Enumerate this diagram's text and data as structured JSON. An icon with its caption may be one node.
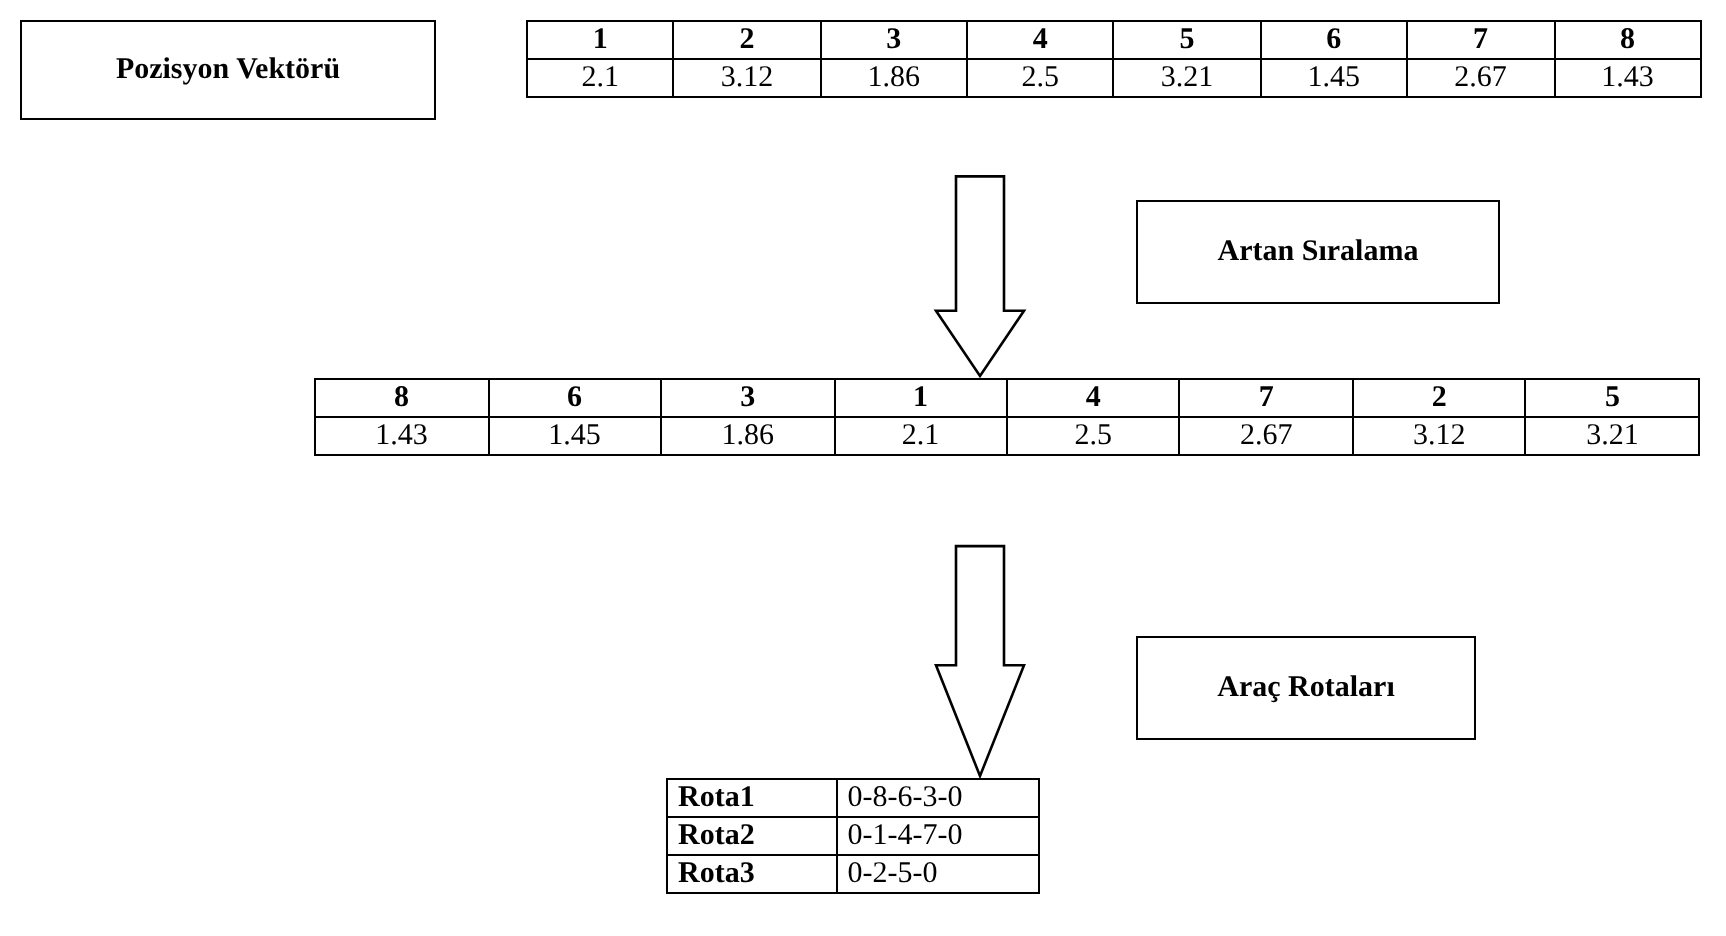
{
  "diagram": {
    "nodes": [
      {
        "text": [
          "Pozisyon Vektörü"
        ]
      },
      {
        "text": [
          "1",
          "2",
          "3",
          "4",
          "5",
          "6",
          "7",
          "8",
          "2.1",
          "3.12",
          "1.86",
          "2.5",
          "3.21",
          "1.45",
          "2.67",
          "1.43"
        ]
      },
      {
        "text": [
          "Artan Sıralama"
        ]
      },
      {
        "text": [
          "8",
          "6",
          "3",
          "1",
          "4",
          "7",
          "2",
          "5",
          "1.43",
          "1.45",
          "1.86",
          "2.1",
          "2.5",
          "2.67",
          "3.12",
          "3.21"
        ]
      },
      {
        "text": [
          "Araç Rotaları"
        ]
      },
      {
        "text": [
          "Rota1",
          "0-8-6-3-0",
          "Rota2",
          "0-1-4-7-0",
          "Rota3",
          "0-2-5-0"
        ]
      }
    ],
    "edges": [
      {
        "from": 1,
        "to": 3,
        "arrow": "to"
      },
      {
        "from": 3,
        "to": 5,
        "arrow": "to"
      }
    ]
  }
}
